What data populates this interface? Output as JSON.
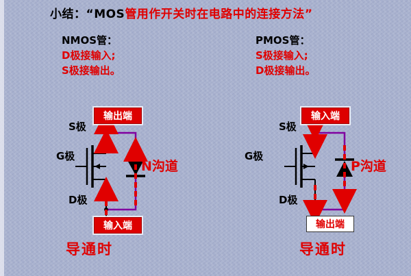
{
  "colors": {
    "accent_red": "#e00000",
    "box_red_bg": "#dd0000",
    "wire_black": "#000000",
    "wire_purple": "#8000a0",
    "background": "#a7b0ce"
  },
  "title": {
    "prefix": "小结：",
    "quote_open": "“",
    "mos": "MOS",
    "rest": "管用作开关时在电路中的连接方法",
    "quote_close": "”"
  },
  "left_panel": {
    "header": "NMOS管：",
    "rule1": "D极接输入;",
    "rule2": "S极接输出。",
    "top_box": "输出端",
    "bottom_box": "输入端",
    "s_label": "S极",
    "g_label": "G极",
    "d_label": "D极",
    "channel_label": "N沟道",
    "state_label": "导通时"
  },
  "right_panel": {
    "header": "PMOS管：",
    "rule1": "S极接输入;",
    "rule2": "D极接输出。",
    "top_box": "输入端",
    "bottom_box": "输出端",
    "s_label": "S极",
    "g_label": "G极",
    "d_label": "D极",
    "channel_label": "P沟道",
    "state_label": "导通时"
  }
}
